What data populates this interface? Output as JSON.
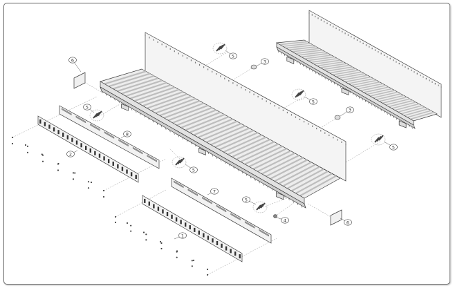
{
  "diagram": {
    "type": "exploded-assembly",
    "callouts": [
      "6",
      "5",
      "3",
      "5",
      "3",
      "5",
      "8",
      "2",
      "5",
      "5",
      "7",
      "5",
      "4",
      "6",
      "1"
    ],
    "colors": {
      "line": "#3a3a3a",
      "fill": "#ededed",
      "rib": "#bdbdbd",
      "frame": "#6a6a6a"
    }
  }
}
